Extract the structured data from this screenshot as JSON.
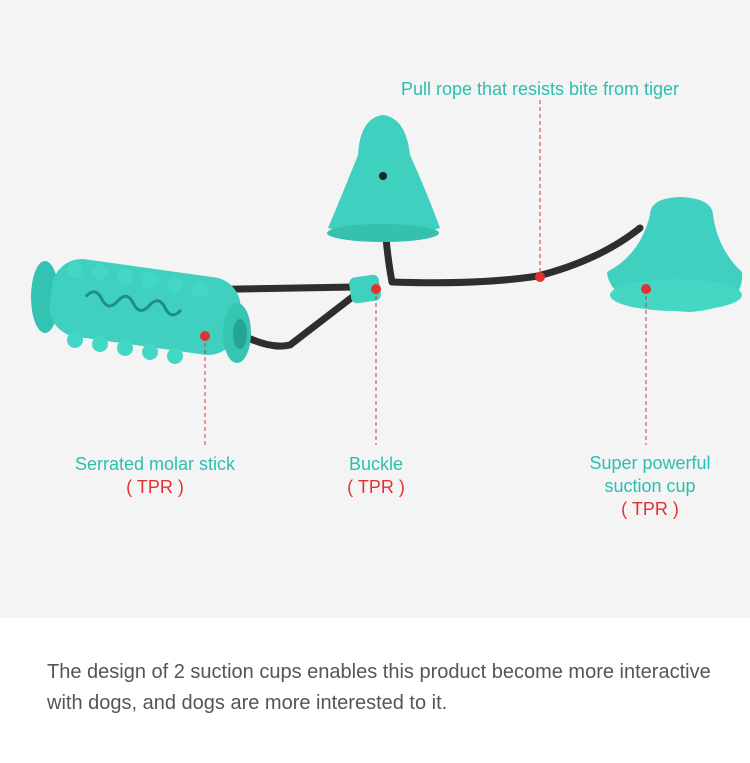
{
  "labels": {
    "rope": "Pull rope that resists bite from tiger",
    "stick": {
      "name": "Serrated molar stick",
      "material": "( TPR )"
    },
    "buckle": {
      "name": "Buckle",
      "material": "( TPR )"
    },
    "cup": {
      "name_line1": "Super powerful",
      "name_line2": "suction cup",
      "material": "( TPR )"
    }
  },
  "description": "The design of 2 suction cups enables this product become more interactive with dogs, and dogs are more interested to it.",
  "colors": {
    "accent": "#2bbfb0",
    "marker": "#e0322f",
    "toy": "#3fd0bf",
    "rope": "#2e2e2e"
  }
}
